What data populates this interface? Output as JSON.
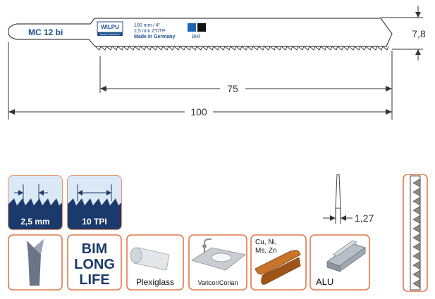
{
  "blade": {
    "model": "MC 12 bi",
    "brand_logo_text": "WILPU",
    "brand_logo_subtext": "MADE IN GERMANY",
    "spec_line_1": "100 mm / 4\"",
    "spec_line_2": "2,5 mm ZT/TP",
    "spec_line_3": "Made in Germany",
    "material_label": "BiM",
    "colors": {
      "outline": "#444444",
      "text_blue": "#1f4e8c",
      "square_blue": "#1f63b5",
      "square_black": "#111111"
    }
  },
  "dimensions": {
    "width_value": "7,8",
    "usable_length": "75",
    "total_length": "100",
    "thickness": "1,27"
  },
  "tiles": {
    "tooth_pitch_mm": "2,5 mm",
    "tooth_pitch_tpi": "10 TPI",
    "bim_lines": [
      "BIM",
      "LONG",
      "LIFE"
    ],
    "plexiglass": "Plexiglass",
    "varicor": "Varicor/Corian",
    "metals_lines": [
      "Cu, Ni,",
      "Ms, Zn"
    ],
    "alu": "ALU",
    "colors": {
      "tile_border": "#e07a4a",
      "navy": "#1b3a6b",
      "water_light": "#dbe8f5",
      "orange_pipe": "#c8742a"
    }
  }
}
